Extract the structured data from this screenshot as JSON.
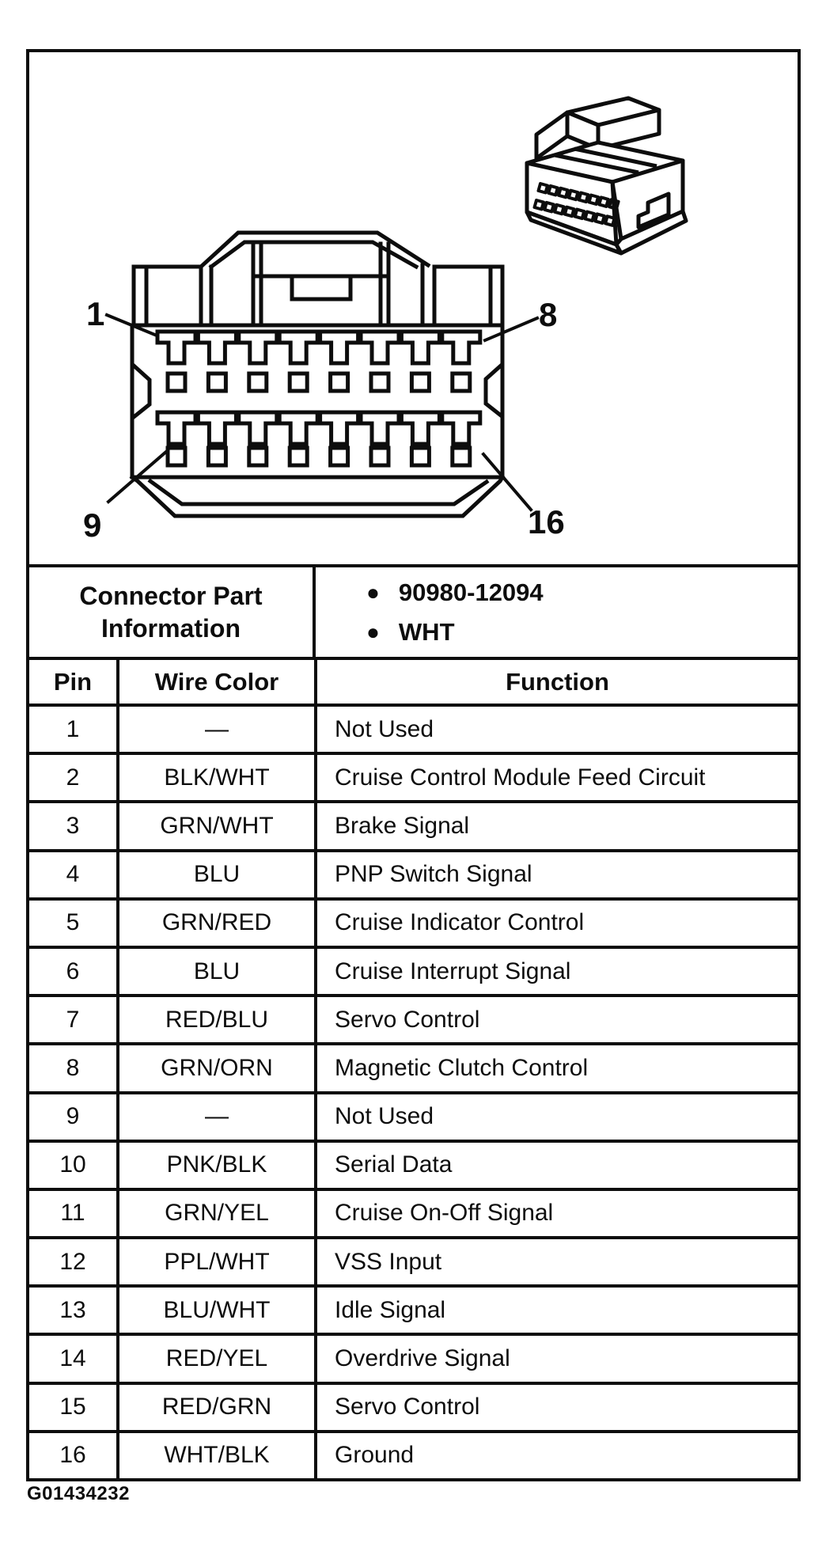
{
  "figure": {
    "code": "G01434232",
    "bullet_glyph": "●",
    "callouts": {
      "pin1": "1",
      "pin8": "8",
      "pin9": "9",
      "pin16": "16"
    }
  },
  "part_info": {
    "label": "Connector Part Information",
    "items": [
      "90980-12094",
      "WHT"
    ]
  },
  "pin_table": {
    "headers": {
      "pin": "Pin",
      "wire_color": "Wire Color",
      "function": "Function"
    },
    "rows": [
      {
        "pin": "1",
        "wire_color": "—",
        "function": "Not Used"
      },
      {
        "pin": "2",
        "wire_color": "BLK/WHT",
        "function": "Cruise Control Module Feed Circuit"
      },
      {
        "pin": "3",
        "wire_color": "GRN/WHT",
        "function": "Brake Signal"
      },
      {
        "pin": "4",
        "wire_color": "BLU",
        "function": "PNP Switch Signal"
      },
      {
        "pin": "5",
        "wire_color": "GRN/RED",
        "function": "Cruise Indicator Control"
      },
      {
        "pin": "6",
        "wire_color": "BLU",
        "function": "Cruise Interrupt Signal"
      },
      {
        "pin": "7",
        "wire_color": "RED/BLU",
        "function": "Servo Control"
      },
      {
        "pin": "8",
        "wire_color": "GRN/ORN",
        "function": "Magnetic Clutch Control"
      },
      {
        "pin": "9",
        "wire_color": "—",
        "function": "Not Used"
      },
      {
        "pin": "10",
        "wire_color": "PNK/BLK",
        "function": "Serial Data"
      },
      {
        "pin": "11",
        "wire_color": "GRN/YEL",
        "function": "Cruise On-Off Signal"
      },
      {
        "pin": "12",
        "wire_color": "PPL/WHT",
        "function": "VSS Input"
      },
      {
        "pin": "13",
        "wire_color": "BLU/WHT",
        "function": "Idle Signal"
      },
      {
        "pin": "14",
        "wire_color": "RED/YEL",
        "function": "Overdrive Signal"
      },
      {
        "pin": "15",
        "wire_color": "RED/GRN",
        "function": "Servo Control"
      },
      {
        "pin": "16",
        "wire_color": "WHT/BLK",
        "function": "Ground"
      }
    ]
  }
}
